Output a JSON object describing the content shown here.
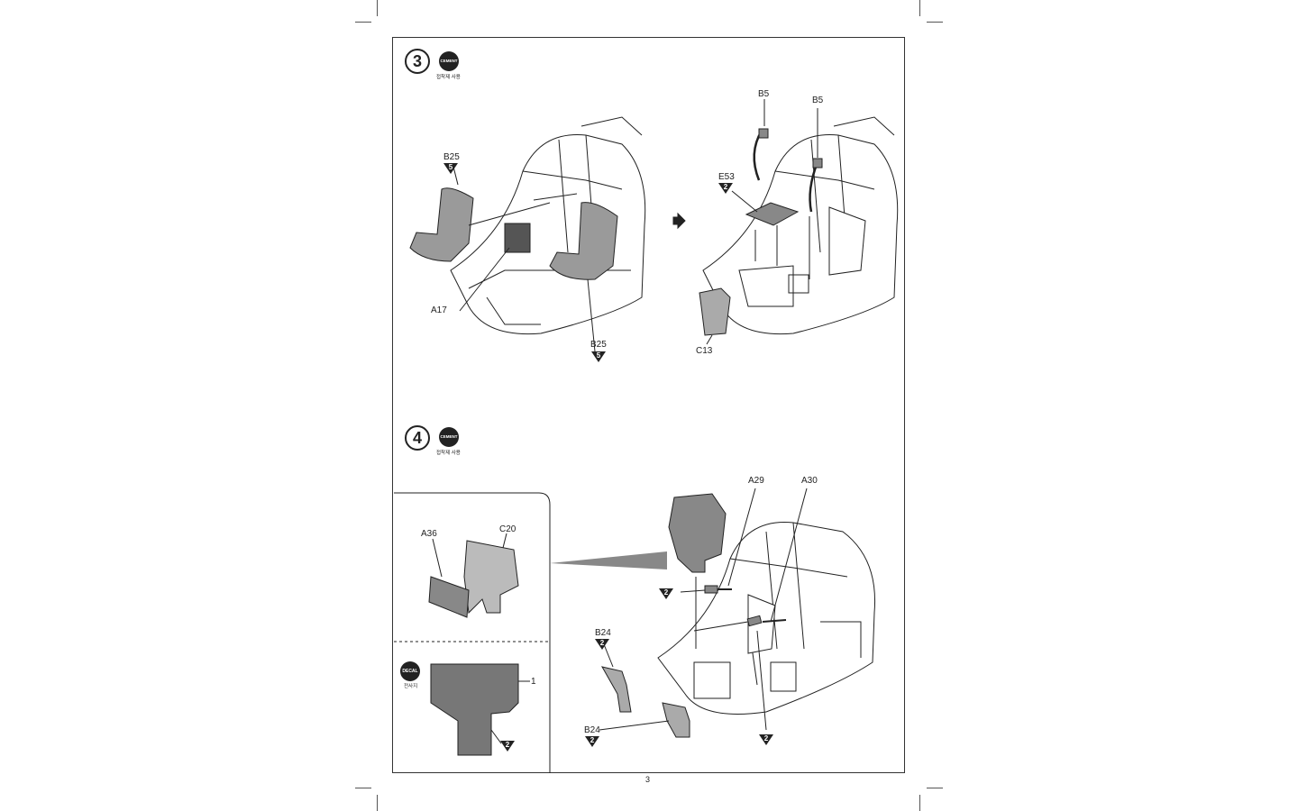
{
  "page": {
    "number": "3"
  },
  "step3": {
    "number": "3",
    "badge": "CEMENT",
    "caption": "접착제 사용",
    "labels": {
      "b25_top": "B25",
      "b25_bottom": "B25",
      "a17": "A17",
      "b5_left": "B5",
      "b5_right": "B5",
      "e53": "E53",
      "c13": "C13"
    },
    "counts": {
      "b25_top": "5",
      "b25_bottom": "5",
      "e53": "2"
    }
  },
  "step4": {
    "number": "4",
    "badge": "CEMENT",
    "caption": "접착제 사용",
    "inset": {
      "labels": {
        "a36": "A36",
        "c20": "C20",
        "decal_num": "1"
      },
      "decal_badge": "DECAL",
      "decal_caption": "전사지",
      "count_decal": "2"
    },
    "labels": {
      "a29": "A29",
      "a30": "A30",
      "b24_top": "B24",
      "b24_bottom": "B24"
    },
    "counts": {
      "a29": "2",
      "b24_top": "2",
      "b24_bottom": "2",
      "a30": "2"
    }
  },
  "colors": {
    "line": "#222222",
    "fill_part": "#9a9a9a",
    "fill_light": "#ffffff",
    "gray_cockpit": "#c8c8c8"
  }
}
